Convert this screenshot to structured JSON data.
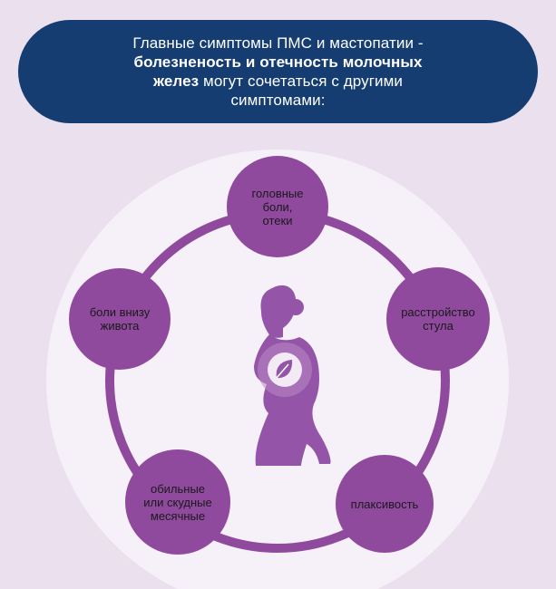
{
  "header": {
    "line1": "Главные симптомы ПМС и мастопатии -",
    "line2_bold": "болезненость и отечность молочных",
    "line3_bold": "желез",
    "line3_rest": " могут сочетаться с другими",
    "line4": "симптомами:"
  },
  "symptoms": [
    {
      "label_lines": [
        "головные",
        "боли,",
        "отеки"
      ]
    },
    {
      "label_lines": [
        "расстройство",
        "стула"
      ]
    },
    {
      "label_lines": [
        "плаксивость"
      ]
    },
    {
      "label_lines": [
        "обильные",
        "или скудные",
        "месячные"
      ]
    },
    {
      "label_lines": [
        "боли внизу",
        "живота"
      ]
    }
  ],
  "colors": {
    "banner": "#163d72",
    "background": "#ebe0ee",
    "halo": "#f6f0f8",
    "ring": "#8f4a9e",
    "bubble": "#8f4a9e",
    "figure": "#9455a8"
  },
  "icons": [
    "female-silhouette-icon",
    "leaf-icon"
  ]
}
